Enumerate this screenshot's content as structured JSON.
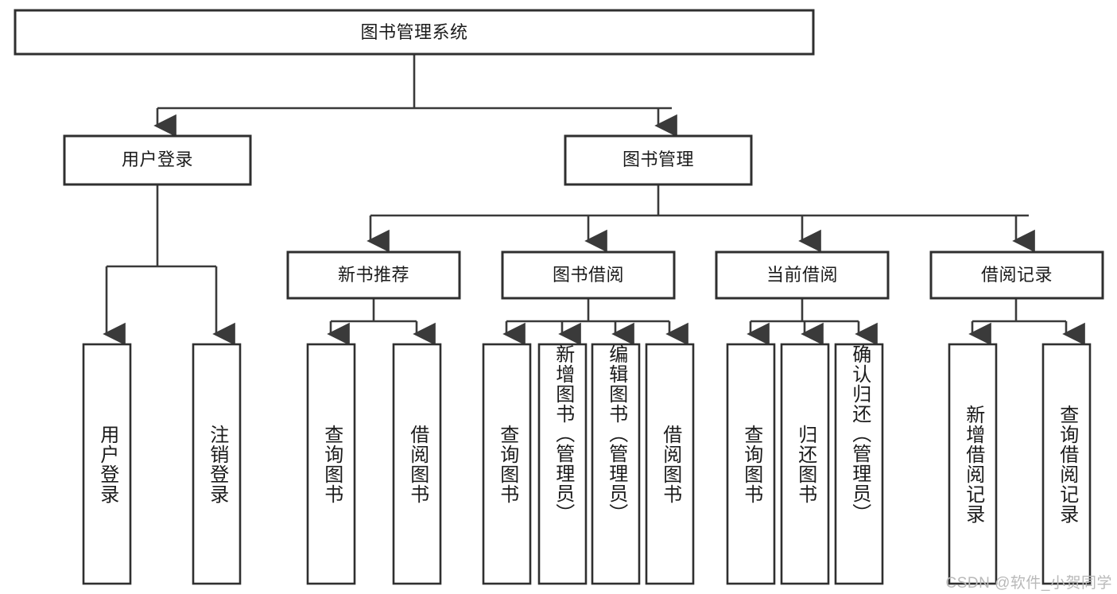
{
  "diagram": {
    "type": "tree",
    "title": "图书管理系统",
    "orientation": "top-down",
    "colors": {
      "box_stroke": "#2f2f2f",
      "box_fill": "#ffffff",
      "edge": "#3a3a3a",
      "text": "#1b1b1b",
      "watermark": "#b9b9b9",
      "background": "#ffffff"
    },
    "root": {
      "label": "图书管理系统"
    },
    "level1": [
      {
        "id": "user-login",
        "label": "用户登录"
      },
      {
        "id": "book-manage",
        "label": "图书管理"
      }
    ],
    "level2": [
      {
        "id": "new-book-recommend",
        "label": "新书推荐",
        "parent": "book-manage"
      },
      {
        "id": "book-borrow",
        "label": "图书借阅",
        "parent": "book-manage"
      },
      {
        "id": "current-borrow",
        "label": "当前借阅",
        "parent": "book-manage"
      },
      {
        "id": "borrow-record",
        "label": "借阅记录",
        "parent": "book-manage"
      }
    ],
    "leaves": [
      {
        "id": "leaf-user-login",
        "label": "用户登录",
        "parent": "user-login"
      },
      {
        "id": "leaf-user-logout",
        "label": "注销登录",
        "parent": "user-login"
      },
      {
        "id": "leaf-query-book-1",
        "label": "查询图书",
        "parent": "new-book-recommend"
      },
      {
        "id": "leaf-borrow-book-1",
        "label": "借阅图书",
        "parent": "new-book-recommend"
      },
      {
        "id": "leaf-query-book-2",
        "label": "查询图书",
        "parent": "book-borrow"
      },
      {
        "id": "leaf-add-book",
        "label": "新增图书（管理员）",
        "parent": "book-borrow"
      },
      {
        "id": "leaf-edit-book",
        "label": "编辑图书（管理员）",
        "parent": "book-borrow"
      },
      {
        "id": "leaf-borrow-book-2",
        "label": "借阅图书",
        "parent": "book-borrow"
      },
      {
        "id": "leaf-query-book-3",
        "label": "查询图书",
        "parent": "current-borrow"
      },
      {
        "id": "leaf-return-book",
        "label": "归还图书",
        "parent": "current-borrow"
      },
      {
        "id": "leaf-confirm-return",
        "label": "确认归还（管理员）",
        "parent": "current-borrow"
      },
      {
        "id": "leaf-add-record",
        "label": "新增借阅记录",
        "parent": "borrow-record"
      },
      {
        "id": "leaf-query-record",
        "label": "查询借阅记录",
        "parent": "borrow-record"
      }
    ]
  },
  "watermark": {
    "text": "CSDN @软件_小贺同学"
  }
}
